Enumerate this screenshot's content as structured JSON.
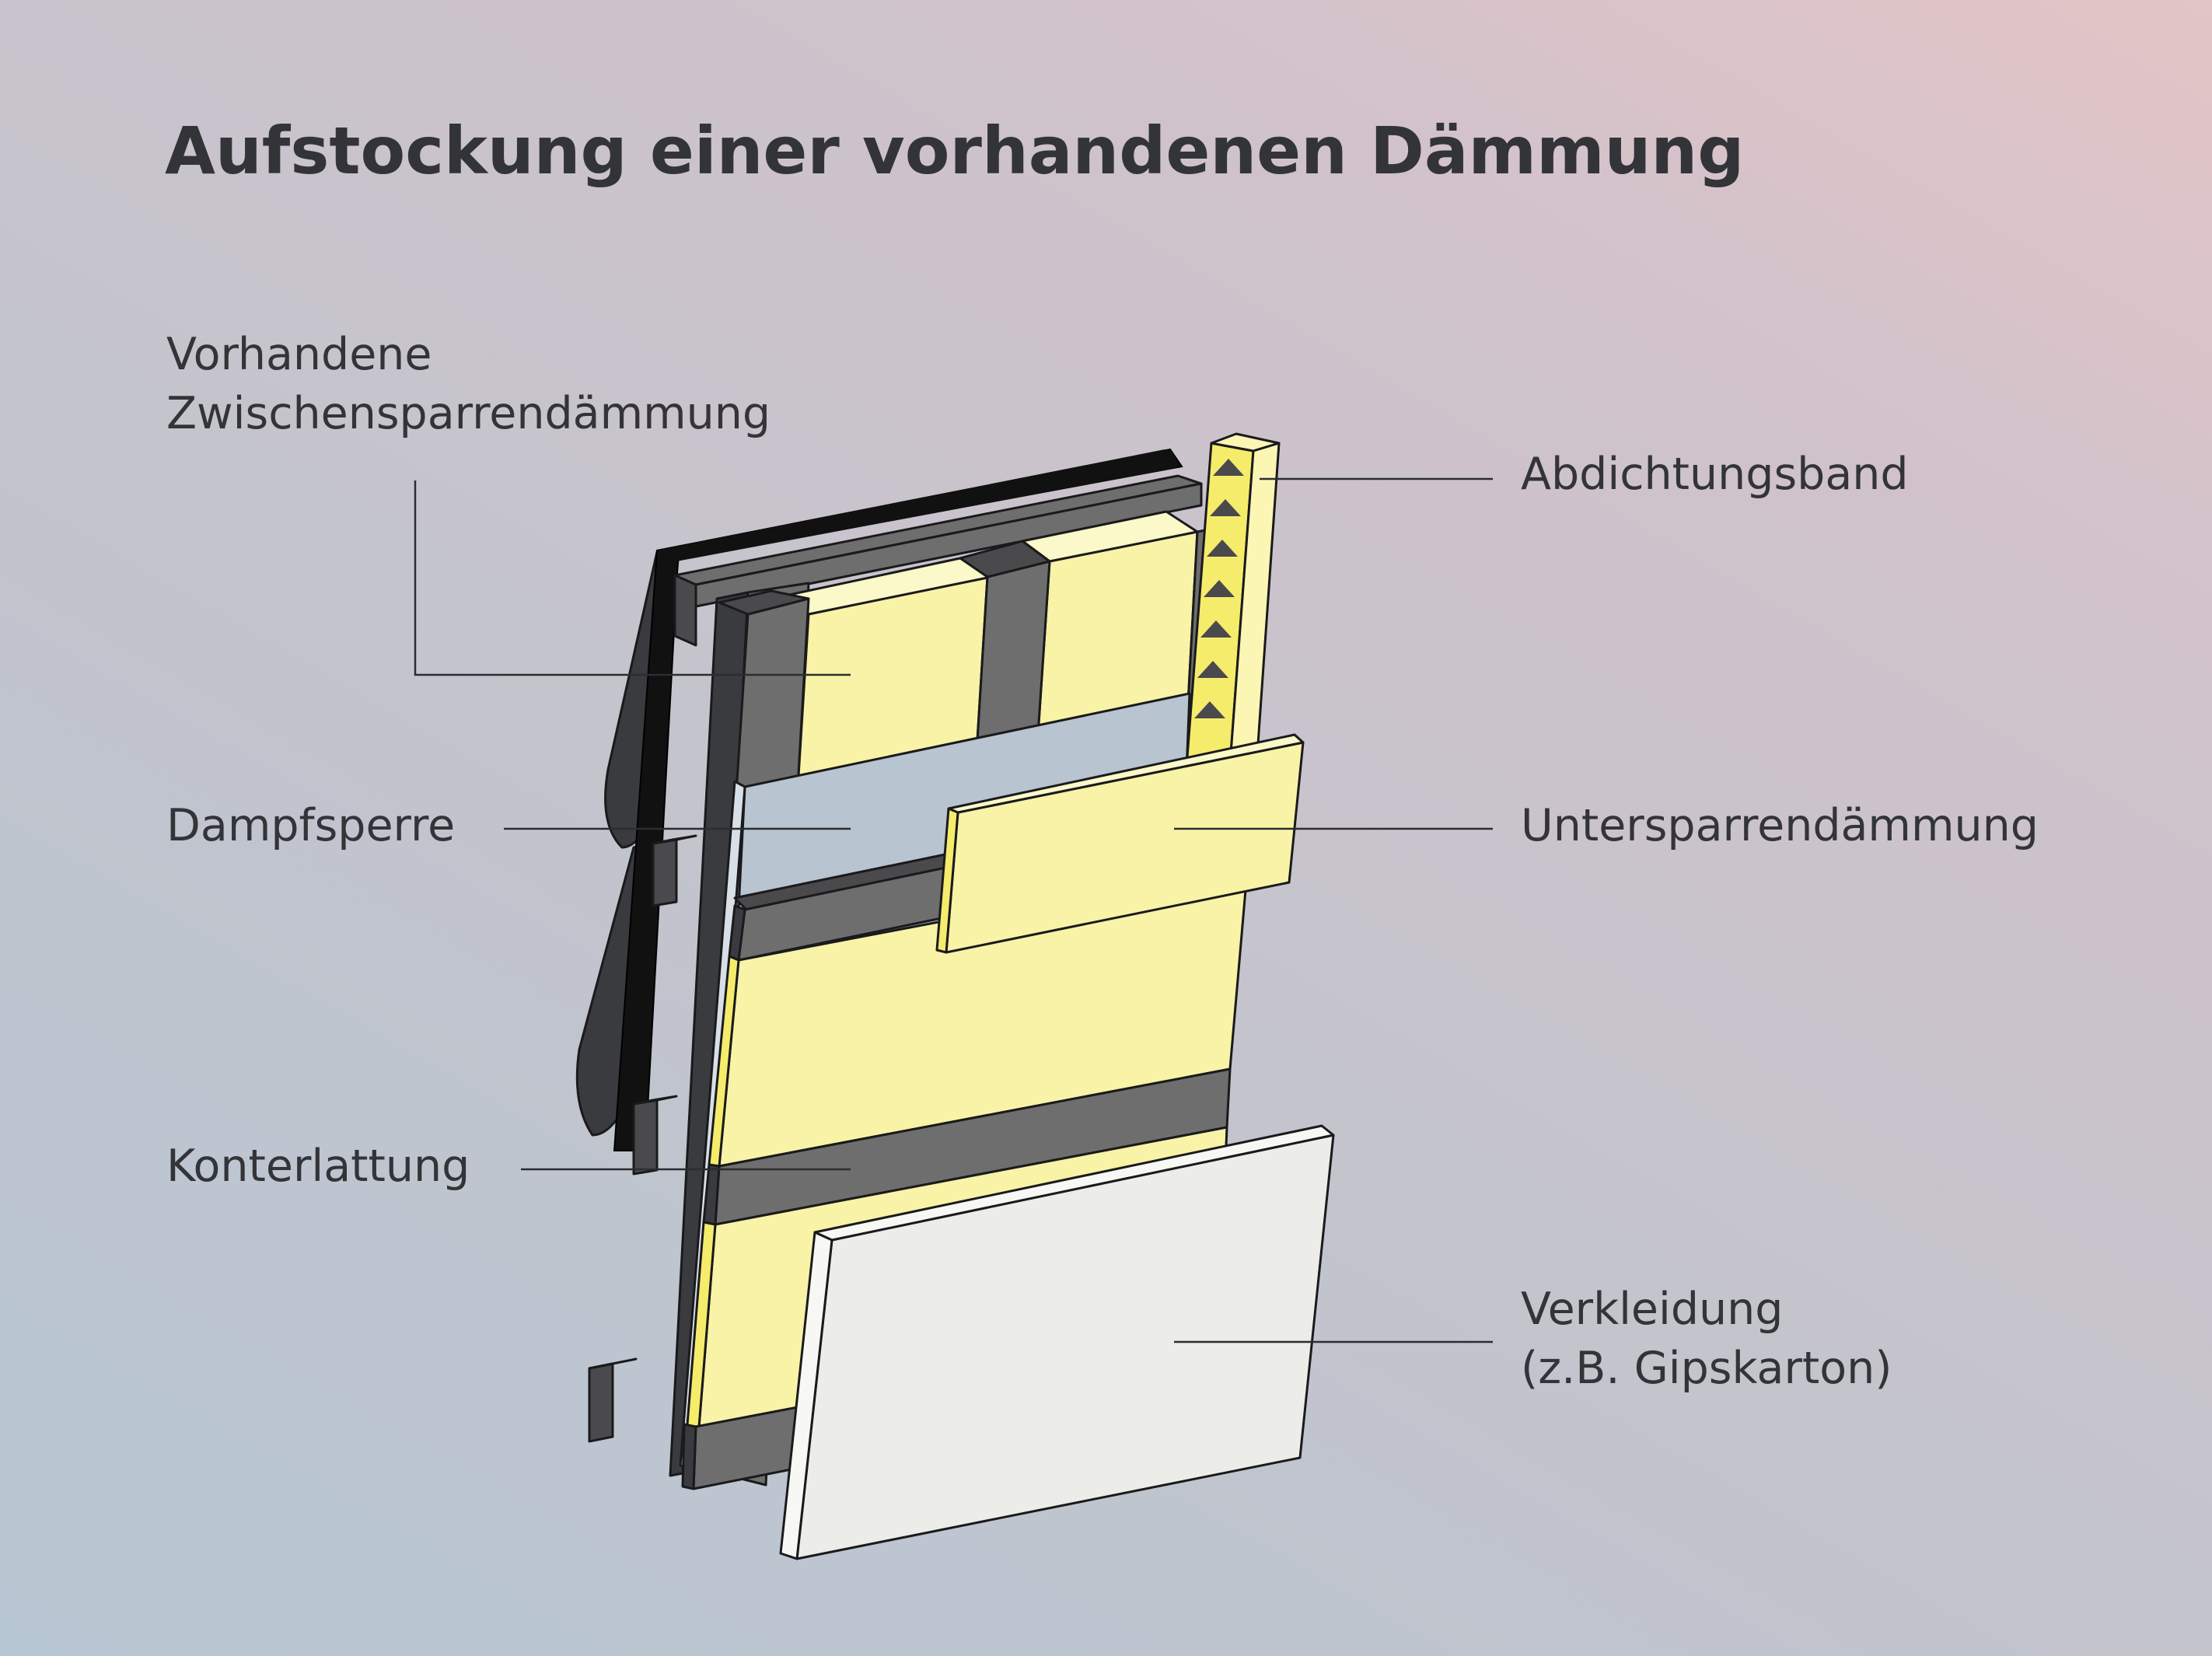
{
  "title": "Aufstockung einer vorhandenen Dämmung",
  "labels": {
    "zwischensparren_line1": "Vorhandene",
    "zwischensparren_line2": "Zwischensparrendämmung",
    "abdichtungsband": "Abdichtungsband",
    "dampfsperre": "Dampfsperre",
    "untersparren": "Untersparrendämmung",
    "konterlattung": "Konterlattung",
    "verkleidung_line1": "Verkleidung",
    "verkleidung_line2": "(z.B. Gipskarton)"
  },
  "colors": {
    "insulation_yellow": "#f8f3a6",
    "tape_yellow": "#f6ec6c",
    "rafter_gray": "#6e6e6e",
    "rafter_dark": "#4a4a4c",
    "roof_black": "#111112",
    "tile_dark": "#3a3b3f",
    "vapor_barrier": "#b8c4cf",
    "gypsum_board": "#ecede8",
    "text": "#333438"
  }
}
